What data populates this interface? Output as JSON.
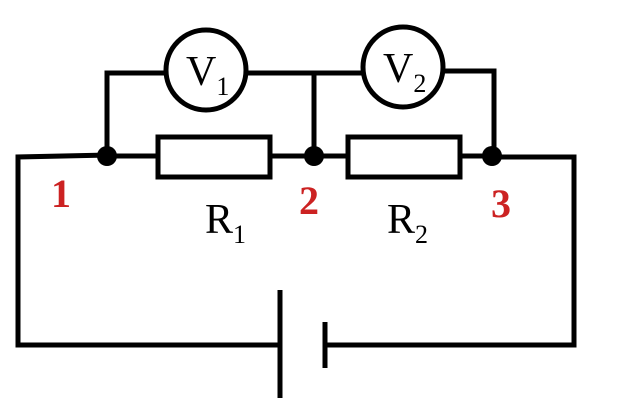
{
  "colors": {
    "wire": "#000000",
    "node_label": "#cc2222",
    "background": "#ffffff"
  },
  "meters": [
    {
      "letter": "V",
      "sub": "1"
    },
    {
      "letter": "V",
      "sub": "2"
    }
  ],
  "resistors": [
    {
      "letter": "R",
      "sub": "1"
    },
    {
      "letter": "R",
      "sub": "2"
    }
  ],
  "nodes": [
    {
      "label": "1"
    },
    {
      "label": "2"
    },
    {
      "label": "3"
    }
  ]
}
